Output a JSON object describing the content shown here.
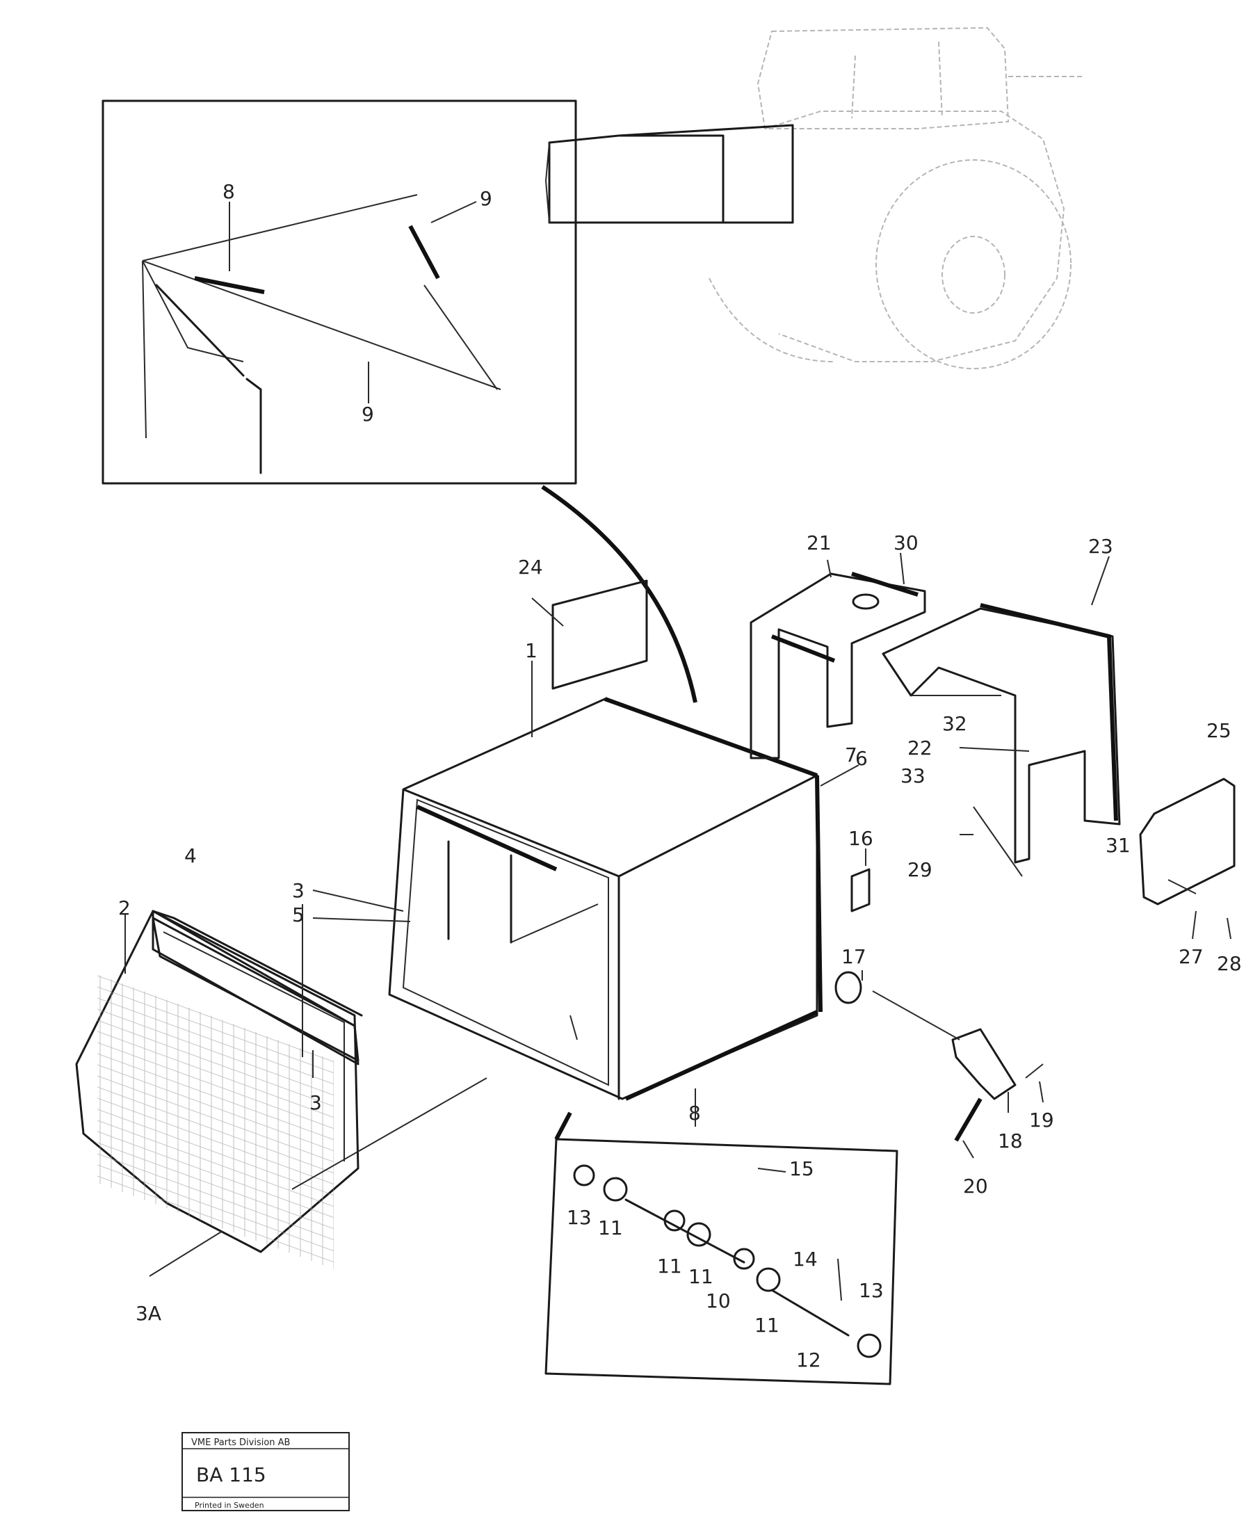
{
  "callouts": {
    "c1": "1",
    "c2": "2",
    "c3a": "3",
    "c3b": "3",
    "c3A": "3A",
    "c4": "4",
    "c5": "5",
    "c6": "6",
    "c7": "7",
    "c8": "8",
    "c8i": "8",
    "c9i": "9",
    "c9b": "9",
    "c10": "10",
    "c11a": "11",
    "c11b": "11",
    "c11c": "11",
    "c11d": "11",
    "c12": "12",
    "c13a": "13",
    "c13b": "13",
    "c14": "14",
    "c15": "15",
    "c16": "16",
    "c17": "17",
    "c18": "18",
    "c19": "19",
    "c20": "20",
    "c21": "21",
    "c22": "22",
    "c23": "23",
    "c24": "24",
    "c25": "25",
    "c27": "27",
    "c28": "28",
    "c29": "29",
    "c30": "30",
    "c31": "31",
    "c32": "32",
    "c33": "33"
  },
  "stamp": {
    "header": "VME Parts Division AB",
    "code": "BA 115",
    "footer": "Printed in Sweden"
  }
}
